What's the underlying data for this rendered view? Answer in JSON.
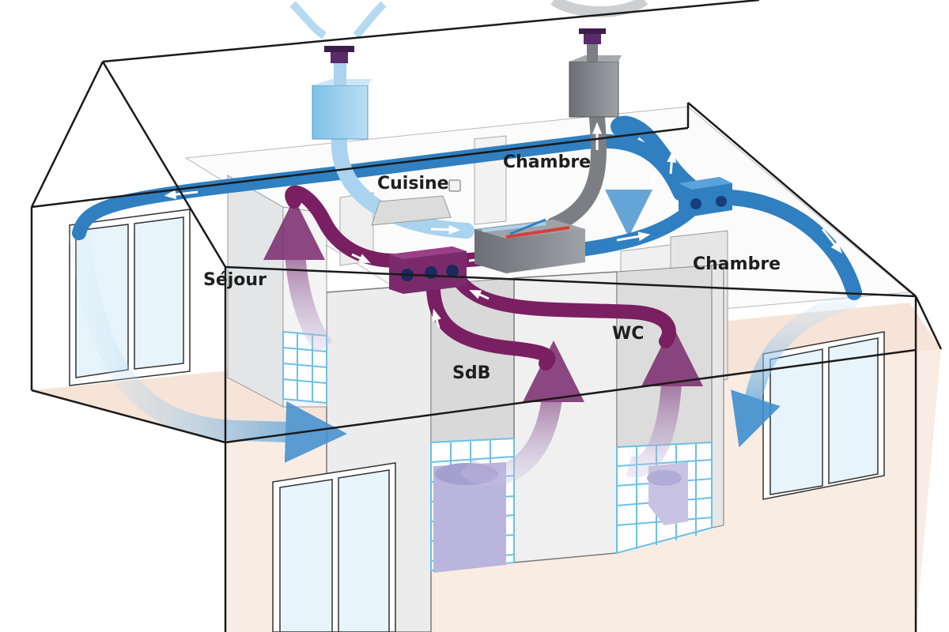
{
  "labels": {
    "chambre_top": "Chambre",
    "cuisine": "Cuisine",
    "sejour": "Séjour",
    "chambre_right": "Chambre",
    "sdb": "SdB",
    "wc": "WC"
  },
  "colors": {
    "fresh_air_duct": "#2f7fc1",
    "fresh_air_light": "#a9d3ee",
    "exhaust_duct": "#7a1f62",
    "stale_exhaust_duct": "#7b7f84",
    "floor": "#f7e4d8",
    "wall": "#e4e5e6",
    "window": "#e8f4fb",
    "tile_lines": "#6cc0e6",
    "outline": "#1a1a1a"
  },
  "icons": [
    "recuperator-unit",
    "exhaust-manifold",
    "supply-manifold",
    "roof-cap-intake",
    "roof-cap-exhaust",
    "flow-arrow"
  ]
}
